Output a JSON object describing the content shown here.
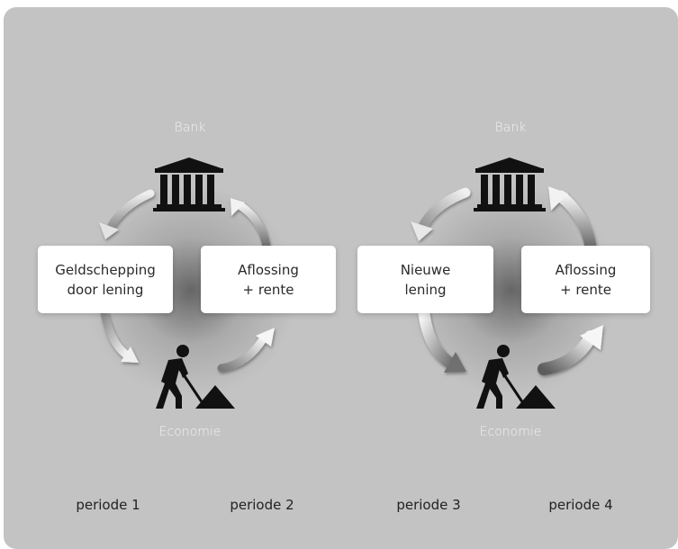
{
  "left_cycle": {
    "top_label": "Bank",
    "bottom_label": "Economie",
    "left_box": "Geldschepping\ndoor lening",
    "right_box": "Aflossing\n+ rente"
  },
  "right_cycle": {
    "top_label": "Bank",
    "bottom_label": "Economie",
    "left_box": "Nieuwe\nlening",
    "right_box": "Aflossing\n+ rente"
  },
  "periods": [
    "periode 1",
    "periode 2",
    "periode 3",
    "periode 4"
  ],
  "icons": {
    "bank": "bank-icon",
    "worker": "worker-digging-icon"
  },
  "colors": {
    "panel_background": "#c3c3c3",
    "box_fill": "#ffffff",
    "icon": "#111111"
  }
}
